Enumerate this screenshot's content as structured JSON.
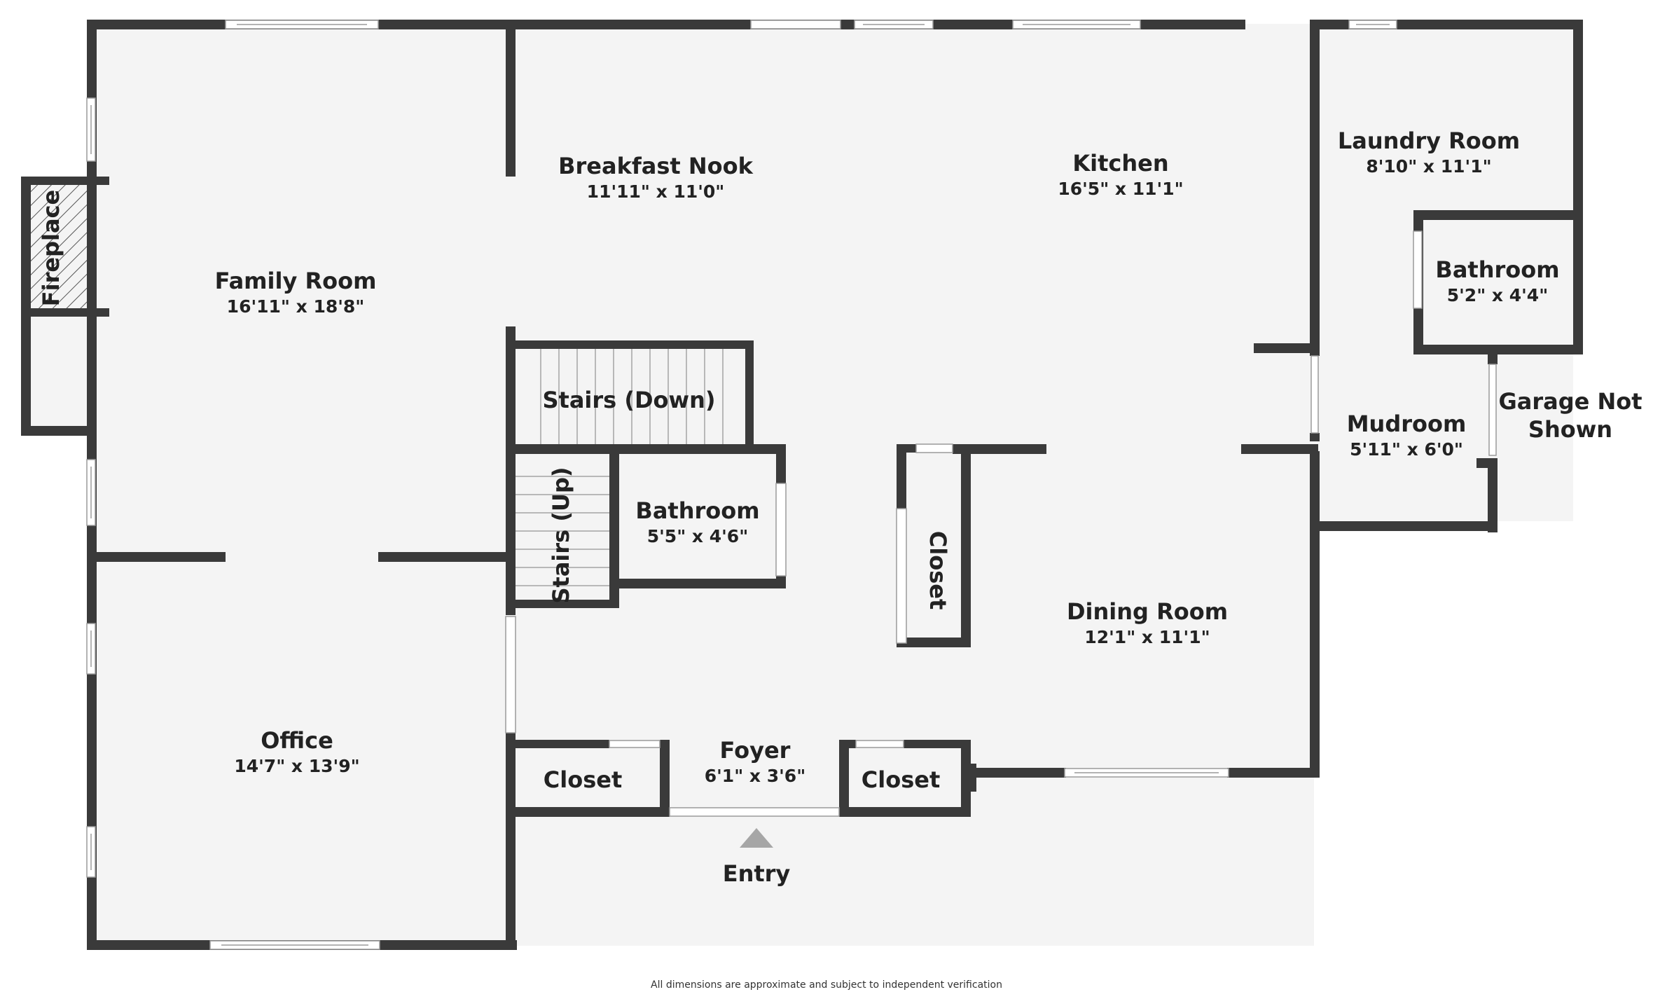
{
  "rooms": {
    "family_room": {
      "name": "Family Room",
      "dims": "16'11\" x 18'8\""
    },
    "breakfast_nook": {
      "name": "Breakfast Nook",
      "dims": "11'11\" x 11'0\""
    },
    "kitchen": {
      "name": "Kitchen",
      "dims": "16'5\" x 11'1\""
    },
    "laundry_room": {
      "name": "Laundry Room",
      "dims": "8'10\" x 11'1\""
    },
    "bathroom_rear": {
      "name": "Bathroom",
      "dims": "5'2\" x 4'4\""
    },
    "mudroom": {
      "name": "Mudroom",
      "dims": "5'11\" x 6'0\""
    },
    "bathroom_center": {
      "name": "Bathroom",
      "dims": "5'5\" x 4'6\""
    },
    "office": {
      "name": "Office",
      "dims": "14'7\" x 13'9\""
    },
    "foyer": {
      "name": "Foyer",
      "dims": "6'1\" x 3'6\""
    },
    "dining_room": {
      "name": "Dining Room",
      "dims": "12'1\" x 11'1\""
    }
  },
  "labels": {
    "fireplace": "Fireplace",
    "stairs_down": "Stairs (Down)",
    "stairs_up": "Stairs (Up)",
    "closet_center": "Closet",
    "closet_left": "Closet",
    "closet_right": "Closet",
    "garage_line1": "Garage Not",
    "garage_line2": "Shown",
    "entry": "Entry"
  },
  "footer": {
    "disclaimer": "All dimensions are approximate and subject to independent verification"
  },
  "colors": {
    "wall": "#3a3a3a",
    "floor": "#f4f4f4",
    "window": "#ffffff",
    "entry_marker": "#a6a6a6"
  }
}
